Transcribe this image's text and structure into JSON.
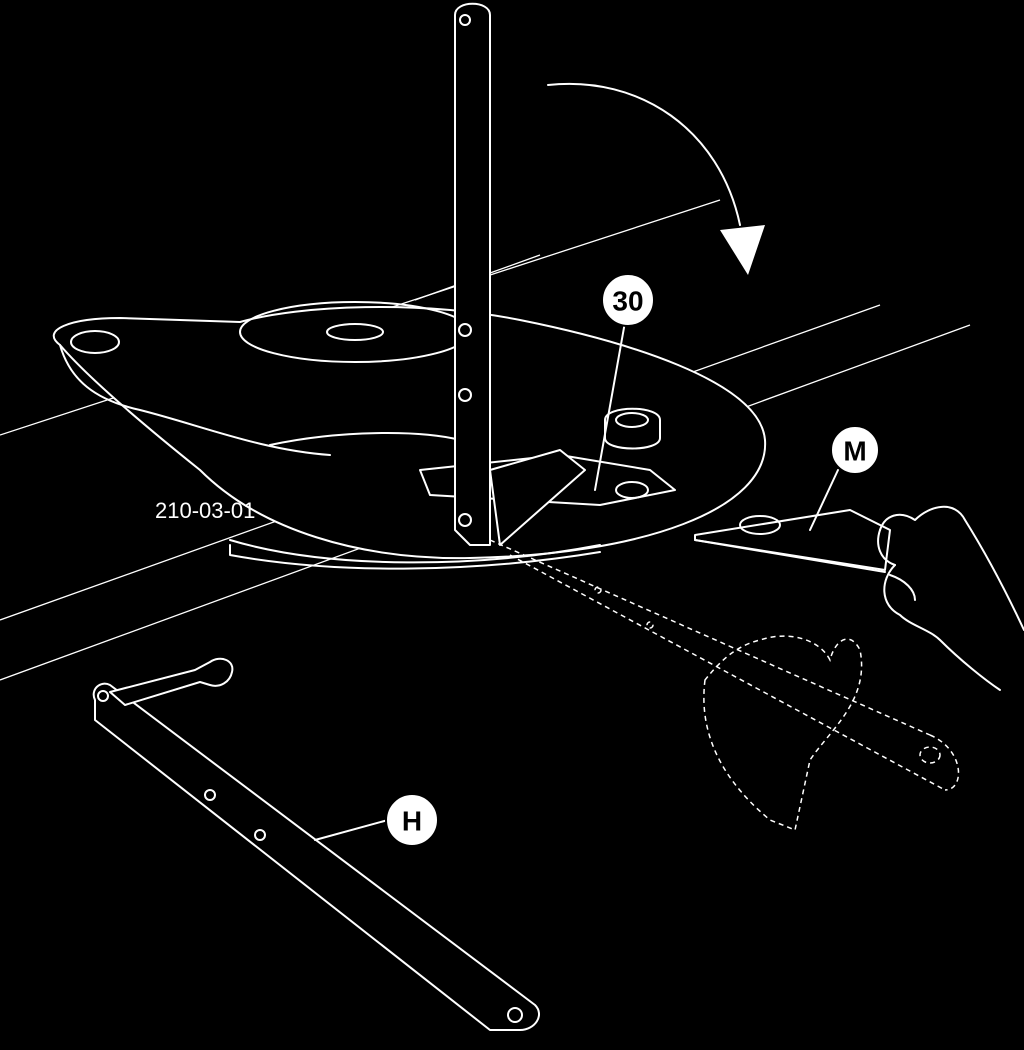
{
  "figure_code": "210-03-01",
  "callouts": {
    "part_30": "30",
    "part_m": "M",
    "part_h": "H"
  },
  "colors": {
    "background": "#000000",
    "linework": "#ffffff"
  },
  "icons": {
    "rotation_arrow": "curved-arrow-icon"
  }
}
